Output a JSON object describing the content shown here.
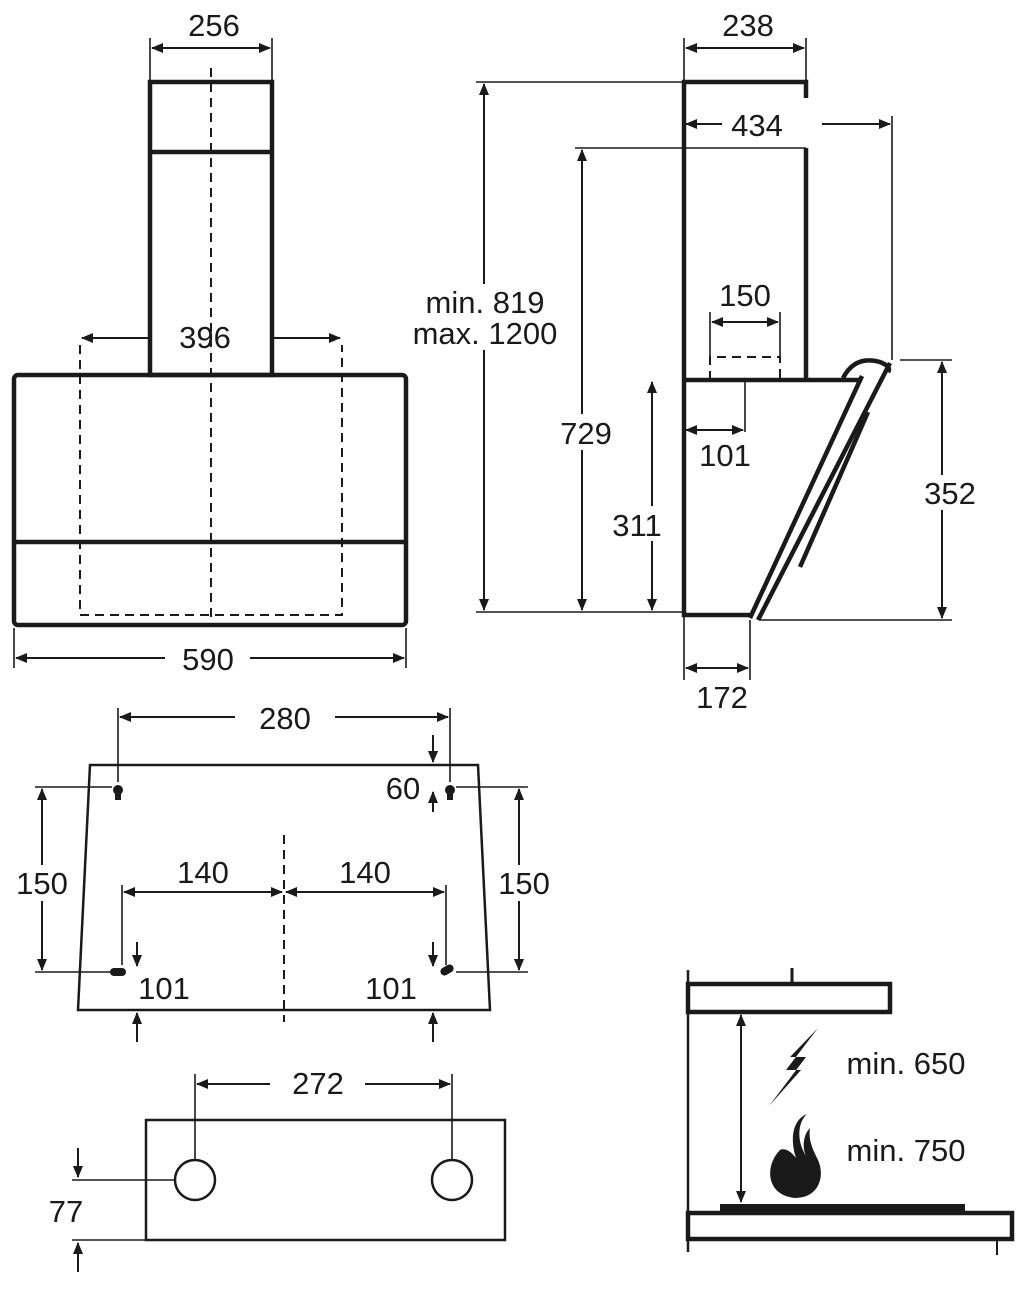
{
  "front_view": {
    "chimney_width": "256",
    "body_inner_width": "396",
    "overall_width": "590"
  },
  "side_view": {
    "chimney_depth": "238",
    "overall_depth": "434",
    "duct_width": "150",
    "duct_offset": "101",
    "bottom_depth": "172",
    "height_min": "min. 819",
    "height_max": "max. 1200",
    "height_729": "729",
    "body_height": "311",
    "glass_height": "352"
  },
  "mounting_template": {
    "keyhole_spacing": "280",
    "keyhole_offset": "60",
    "left_vertical": "150",
    "right_vertical": "150",
    "left_half": "140",
    "right_half": "140",
    "left_bottom": "101",
    "right_bottom": "101"
  },
  "bracket_template": {
    "hole_spacing": "272",
    "hole_offset": "77"
  },
  "clearance": {
    "electric_label": "min. 650",
    "gas_label": "min. 750",
    "electric_icon": "lightning-icon",
    "gas_icon": "flame-icon"
  }
}
